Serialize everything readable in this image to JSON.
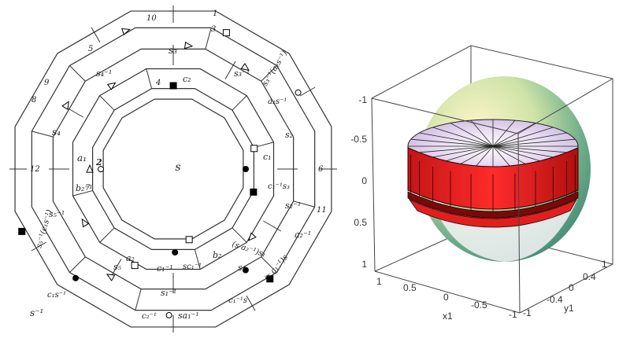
{
  "left_diagram": {
    "center_label": "s",
    "corner_label": "s⁻¹",
    "labels": [
      "s₃",
      "c₂",
      "s₄⁻¹",
      "s₃⁻¹",
      "s₄",
      "a₁",
      "b₂⁻¹",
      "s₅⁻¹",
      "s₅",
      "a₂",
      "c₁⁻¹",
      "s₁⁻¹",
      "sa₁⁻¹",
      "s₁",
      "b₂",
      "c₁",
      "s₂",
      "a₂s⁻¹",
      "a₂⁻¹",
      "s₂⁻¹",
      "c₁s⁻¹",
      "c₁⁻¹s",
      "s₃⁻¹(a₂s⁻¹)",
      "(s a₂⁻¹)s₁",
      "(s c₁⁻¹)s",
      "s₅⁻¹(c₁s⁻¹)",
      "sc₁⁻¹",
      "c₁⁻¹s₃",
      "c₂⁻¹"
    ],
    "numbers": [
      "10",
      "3",
      "2",
      "4",
      "1",
      "5",
      "9",
      "6",
      "8",
      "7",
      "11",
      "12"
    ]
  },
  "right_plot": {
    "z_ticks": [
      "-1",
      "-0.5",
      "0",
      "0.5",
      "1"
    ],
    "x_ticks": [
      "1",
      "0.5",
      "0",
      "-0.5",
      "-1"
    ],
    "y_ticks": [
      "-1",
      "-0.4",
      "0",
      "0.4",
      "1"
    ],
    "x_title": "x1",
    "y_title": "y1",
    "colors": {
      "band": "#e01b1b",
      "band_dark": "#8a0d0d",
      "sphere": "#9bc79a"
    }
  }
}
